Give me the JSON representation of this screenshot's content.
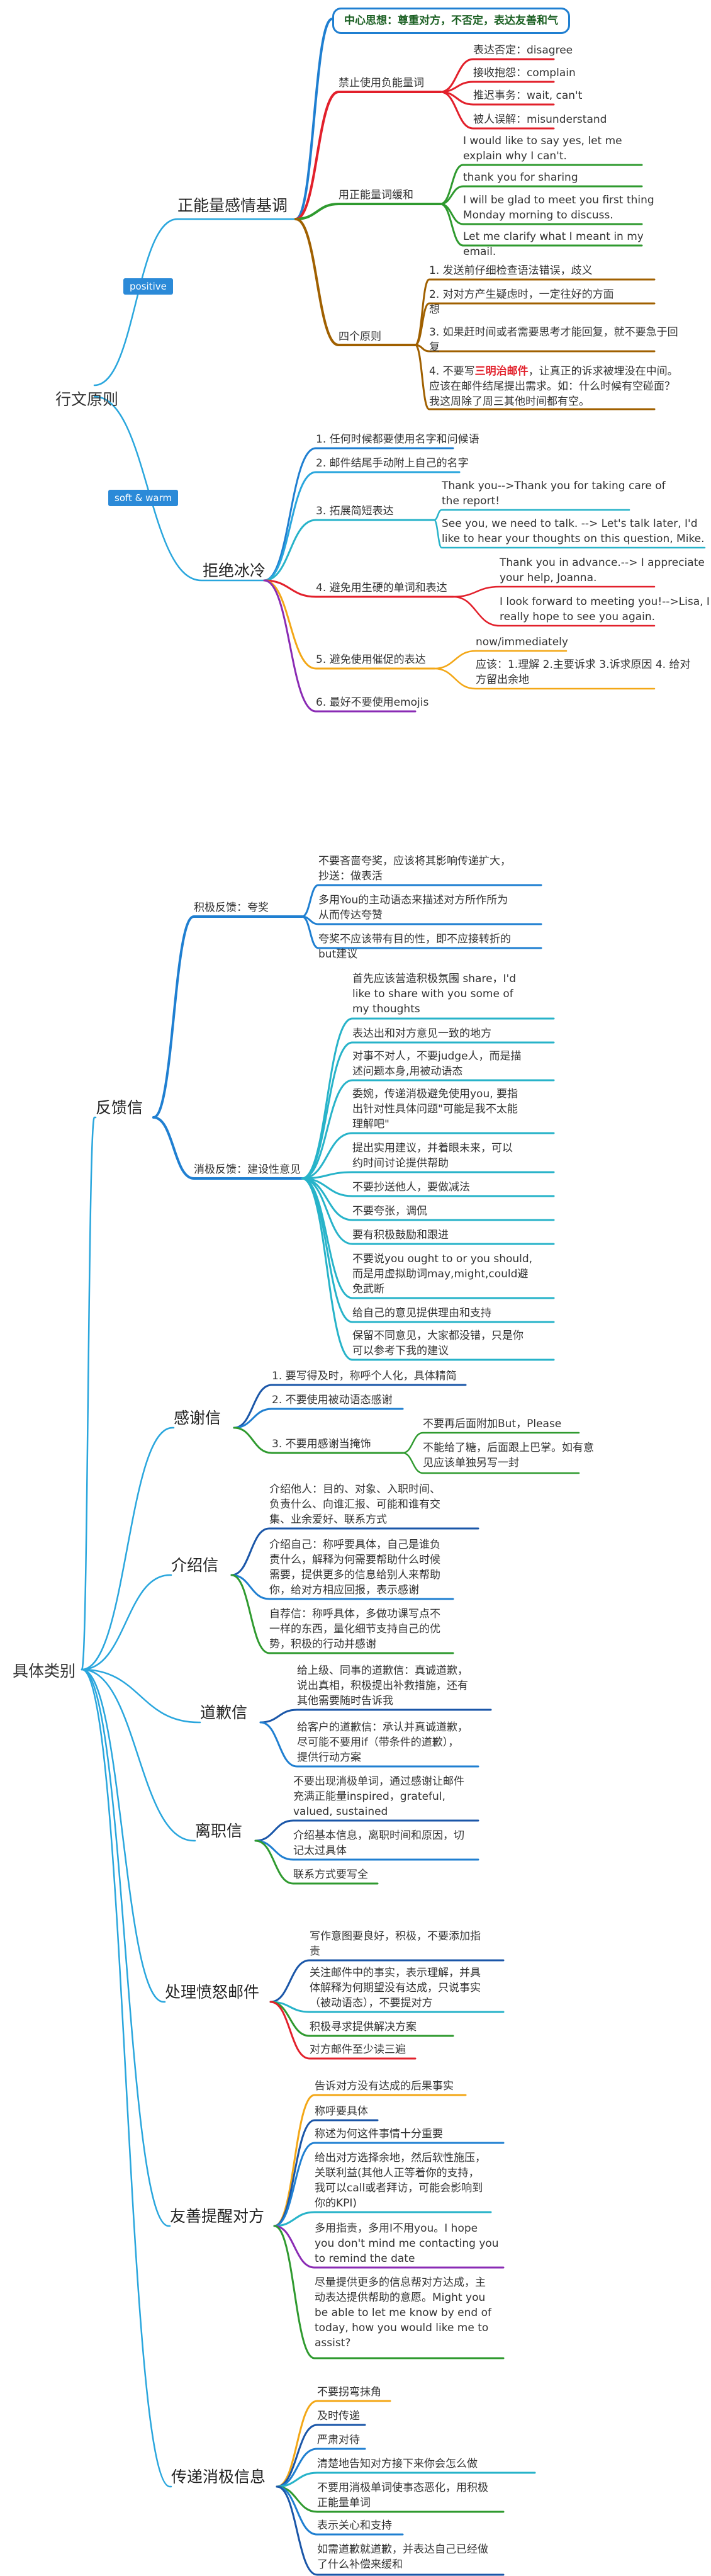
{
  "colors": {
    "blue": "#1f7fd1",
    "sky": "#29a6dd",
    "red": "#e2202b",
    "green": "#2f9a2f",
    "brown": "#a06000",
    "orange": "#f3a716",
    "purple": "#8a2bb4",
    "navy": "#1a56a8",
    "teal": "#27b3c9"
  },
  "section1": {
    "root": "行文原则",
    "tag_positive": "positive",
    "tag_soft": "soft & warm",
    "core_thought": "中心思想：尊重对方，不否定，表达友善和气",
    "positive": {
      "title": "正能量感情基调",
      "ban_title": "禁止使用负能量词",
      "ban_items": [
        "表达否定：disagree",
        "接收抱怨：complain",
        "推迟事务：wait, can't",
        "被人误解：misunderstand"
      ],
      "pos_title": "用正能量词缓和",
      "pos_items": [
        "I would like to say yes, let me\nexplain why I can't.",
        "thank you for sharing",
        "I will be glad to meet you first thing\nMonday morning to discuss.",
        "Let me clarify what I meant in my\nemail."
      ],
      "four_title": "四个原则",
      "four_items": [
        "1. 发送前仔细检查语法错误，歧义",
        "2. 对对方产生疑虑时，一定往好的方面\n想",
        "3. 如果赶时间或者需要思考才能回复，就不要急于回\n复"
      ],
      "four_item4_prefix": "4. 不要写",
      "four_item4_red": "三明治邮件",
      "four_item4_suffix": "，让真正的诉求被埋没在中间。\n应该在邮件结尾提出需求。如：什么时候有空碰面？\n我这周除了周三其他时间都有空。"
    },
    "cold": {
      "title": "拒绝冰冷",
      "items": [
        "1. 任何时候都要使用名字和问候语",
        "2. 邮件结尾手动附上自己的名字",
        "3. 拓展简短表达",
        "4. 避免用生硬的单词和表达",
        "5. 避免使用催促的表达",
        "6. 最好不要使用emojis"
      ],
      "item3_subs": [
        "Thank you-->Thank you for taking care of\nthe report!",
        "See you, we need to talk. --> Let's talk later, I'd\nlike to hear your thoughts on this question, Mike."
      ],
      "item4_subs": [
        "Thank you in advance.--> I appreciate\nyour help, Joanna.",
        "I look forward to meeting you!-->Lisa, I\nreally hope to see you again."
      ],
      "item5_subs": [
        "now/immediately",
        "应该：1.理解 2.主要诉求 3.诉求原因 4. 给对\n方留出余地"
      ]
    }
  },
  "section2": {
    "root": "具体类别",
    "feedback": {
      "title": "反馈信",
      "pos_title": "积极反馈：夸奖",
      "pos_items": [
        "不要吝啬夸奖，应该将其影响传递扩大，\n抄送：做表活",
        "多用You的主动语态来描述对方所作所为\n从而传达夸赞",
        "夸奖不应该带有目的性，即不应接转折的\nbut建议"
      ],
      "neg_title": "消极反馈：建设性意见",
      "neg_items": [
        "首先应该营造积极氛围 share，I'd\nlike to share with you some of\nmy thoughts",
        "表达出和对方意见一致的地方",
        "对事不对人，不要judge人，而是描\n述问题本身,用被动语态",
        "委婉，传递消极避免使用you, 要指\n出针对性具体问题\"可能是我不太能\n理解吧\"",
        "提出实用建议，并着眼未来，可以\n约时间讨论提供帮助",
        "不要抄送他人，要做减法",
        "不要夸张，调侃",
        "要有积极鼓励和跟进",
        "不要说you ought to or you should,\n而是用虚拟助词may,might,could避\n免武断",
        "给自己的意见提供理由和支持",
        "保留不同意见，大家都没错，只是你\n可以参考下我的建议"
      ]
    },
    "thanks": {
      "title": "感谢信",
      "items": [
        "1. 要写得及时，称呼个人化，具体精简",
        "2. 不要使用被动语态感谢",
        "3. 不要用感谢当掩饰"
      ],
      "item3_subs": [
        "不要再后面附加But，Please",
        "不能给了糖，后面跟上巴掌。如有意\n见应该单独另写一封"
      ]
    },
    "intro": {
      "title": "介绍信",
      "items": [
        "介绍他人：目的、对象、入职时间、\n负责什么、向谁汇报、可能和谁有交\n集、业余爱好、联系方式",
        "介绍自己：称呼要具体，自己是谁负\n责什么，解释为何需要帮助什么时候\n需要，提供更多的信息给别人来帮助\n你，给对方相应回报，表示感谢",
        "自荐信：称呼具体，多做功课写点不\n一样的东西，量化细节支持自己的优\n势，积极的行动并感谢"
      ]
    },
    "apology": {
      "title": "道歉信",
      "items": [
        "给上级、同事的道歉信：真诚道歉，\n说出真相，积极提出补救措施，还有\n其他需要随时告诉我",
        "给客户的道歉信：承认并真诚道歉，\n尽可能不要用if（带条件的道歉），\n提供行动方案"
      ]
    },
    "resign": {
      "title": "离职信",
      "items": [
        "不要出现消极单词，通过感谢让邮件\n充满正能量inspired，grateful,\nvalued, sustained",
        "介绍基本信息，离职时间和原因，切\n记太过具体",
        "联系方式要写全"
      ]
    },
    "angry": {
      "title": "处理愤怒邮件",
      "items": [
        "写作意图要良好，积极，不要添加指\n责",
        "关注邮件中的事实，表示理解，并具\n体解释为何期望没有达成，只说事实\n（被动语态），不要提对方",
        "积极寻求提供解决方案",
        "对方邮件至少读三遍"
      ]
    },
    "remind": {
      "title": "友善提醒对方",
      "items": [
        "告诉对方没有达成的后果事实",
        "称呼要具体",
        "称述为何这件事情十分重要",
        "给出对方选择余地，然后软性施压，\n关联利益(其他人正等着你的支持，\n我可以call或者拜访，可能会影响到\n你的KPI)",
        "多用指责，多用I不用you。I hope\nyou don't mind me contacting you\nto remind the date",
        "尽量提供更多的信息帮对方达成，主\n动表达提供帮助的意愿。Might you\nbe able to let me know by end of\ntoday, how you would like me to\nassist?"
      ]
    },
    "negative": {
      "title": "传递消极信息",
      "items": [
        "不要拐弯抹角",
        "及时传递",
        "严肃对待",
        "清楚地告知对方接下来你会怎么做",
        "不要用消极单词使事态恶化，用积极\n正能量单词",
        "表示关心和支持",
        "如需道歉就道歉，并表达自己已经做\n了什么补偿来缓和"
      ]
    }
  }
}
